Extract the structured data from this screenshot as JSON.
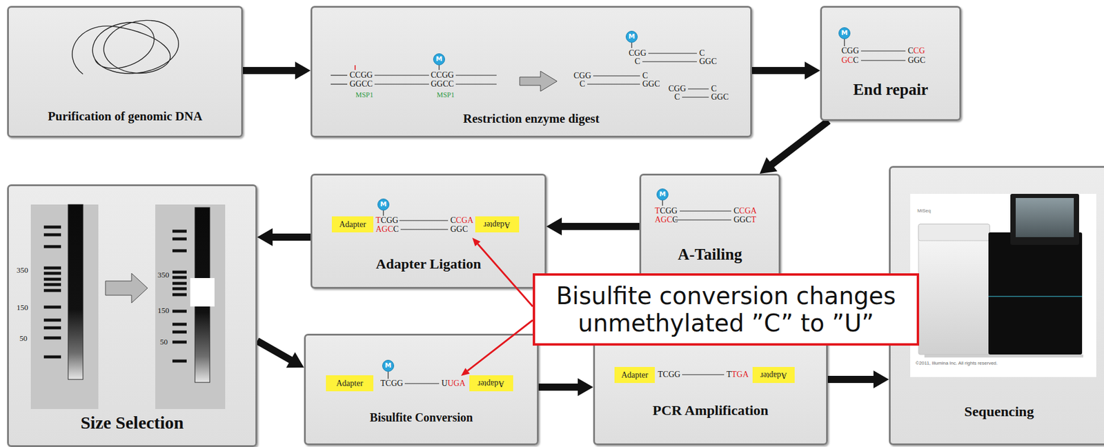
{
  "diagram": {
    "nodes": [
      {
        "text": [
          "Purification of genomic DNA"
        ]
      },
      {
        "text": [
          "Restriction enzyme digest"
        ]
      },
      {
        "text": [
          "M"
        ],
        "in": 1
      },
      {
        "text": [
          "M"
        ],
        "in": 1
      },
      {
        "text": [
          "End repair"
        ]
      },
      {
        "text": [
          "M"
        ],
        "in": 4
      },
      {
        "text": [
          "A-Tailing"
        ]
      },
      {
        "text": [
          "M"
        ],
        "in": 6
      },
      {
        "text": [
          "Adapter Ligation"
        ]
      },
      {
        "text": [
          "Adapter"
        ],
        "in": 8
      },
      {
        "text": [
          "M"
        ],
        "in": 8
      },
      {
        "text": [
          "Adapter"
        ],
        "in": 8
      },
      {
        "text": [
          "Size Selection"
        ]
      },
      {
        "text": [
          "Bisulfite Conversion"
        ]
      },
      {
        "text": [
          "Adapter"
        ],
        "in": 13
      },
      {
        "text": [
          "M"
        ],
        "in": 13
      },
      {
        "text": [
          "Adapter"
        ],
        "in": 13
      },
      {
        "text": [
          "PCR Amplification"
        ]
      },
      {
        "text": [
          "Adapter"
        ],
        "in": 17
      },
      {
        "text": [
          "Adapter"
        ],
        "in": 17
      },
      {
        "text": [
          "Sequencing"
        ]
      },
      {
        "text": [
          "Bisulfite conversion changes unmethylated ”C” to ”U”"
        ]
      }
    ],
    "edges": [
      {
        "from": 0,
        "to": 1,
        "arrow": "to"
      },
      {
        "from": 1,
        "to": 4,
        "arrow": "to"
      },
      {
        "from": 4,
        "to": 6,
        "arrow": "to"
      },
      {
        "from": 6,
        "to": 8,
        "arrow": "to"
      },
      {
        "from": 8,
        "to": 12,
        "arrow": "to"
      },
      {
        "from": 12,
        "to": 13,
        "arrow": "to"
      },
      {
        "from": 13,
        "to": 17,
        "arrow": "to"
      },
      {
        "from": 17,
        "to": 20,
        "arrow": "to"
      }
    ],
    "labels": [
      "CCGG",
      "GGCC",
      "MSP1",
      "CCGG",
      "GGCC",
      "MSP1",
      "CGG",
      "C",
      "C",
      "GGC",
      "CGG",
      "C",
      "C",
      "GGC",
      "CGG",
      "C",
      "C",
      "GGC",
      "CGG",
      "C",
      "CG",
      "GC",
      "C",
      "GGC",
      "T",
      "CGG",
      "AGC",
      "C",
      "C",
      "CGA",
      "GGC",
      "T",
      "T",
      "CGG",
      "AGC",
      "C",
      "C",
      "CGA",
      "GGC",
      "350",
      "150",
      "50",
      "350",
      "150",
      "50",
      "MiSeq",
      "©2011, Illumina Inc. All rights reserved.",
      "TCGG",
      "U",
      "UGA",
      "TCGG",
      "T",
      "TGA"
    ]
  }
}
